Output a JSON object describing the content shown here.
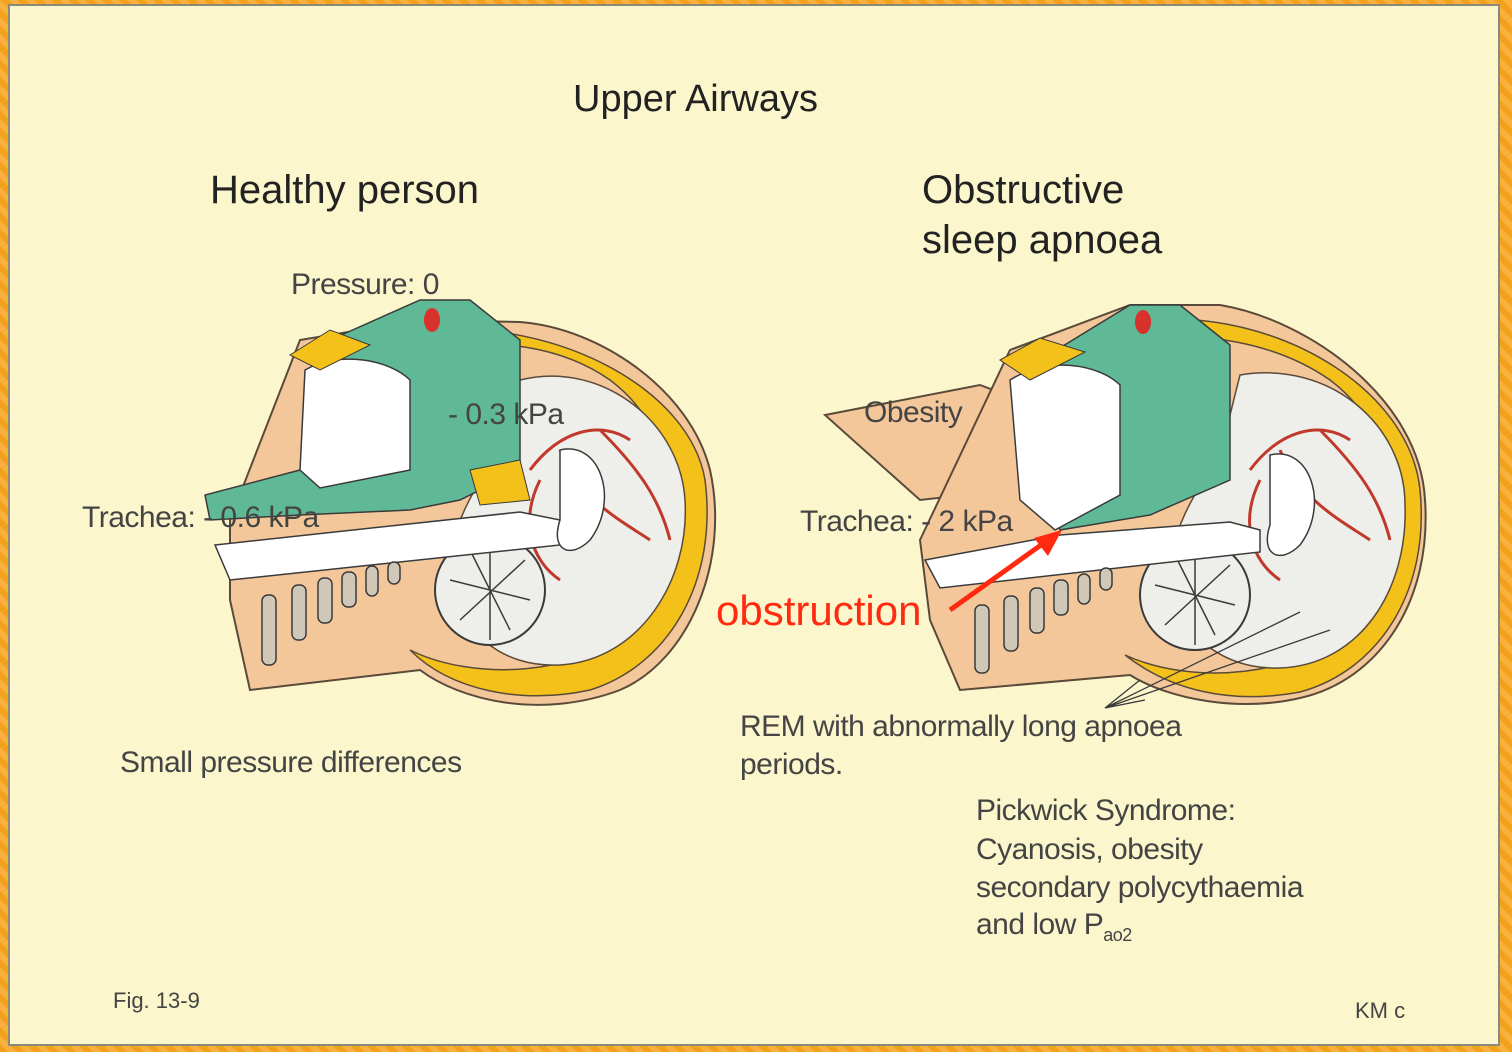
{
  "title": "Upper Airways",
  "left": {
    "heading": "Healthy person",
    "pressure_label": "Pressure: 0",
    "mid_pressure_label": "- 0.3 kPa",
    "trachea_label": "Trachea: - 0.6 kPa",
    "caption": "Small pressure differences"
  },
  "right": {
    "heading_line1": "Obstructive",
    "heading_line2": "sleep apnoea",
    "obesity_label": "Obesity",
    "trachea_label": "Trachea: - 2 kPa",
    "obstruction_label": "obstruction",
    "rem_line1": "REM with abnormally long apnoea",
    "rem_line2": "periods.",
    "pickwick_line1": "Pickwick Syndrome:",
    "pickwick_line2": "Cyanosis, obesity",
    "pickwick_line3": "secondary polycythaemia",
    "pickwick_line4_prefix": "and low P",
    "pickwick_line4_sub": "ao2"
  },
  "footer": {
    "fig_label": "Fig. 13-9",
    "credit": "KM c"
  },
  "colors": {
    "background": "#fbf6cc",
    "skin": "#f4c79a",
    "airway_green": "#5fb896",
    "fat_yellow": "#f4c11a",
    "brain": "#eeeeea",
    "vessel": "#c0392b",
    "arrow": "#ff2a10"
  }
}
